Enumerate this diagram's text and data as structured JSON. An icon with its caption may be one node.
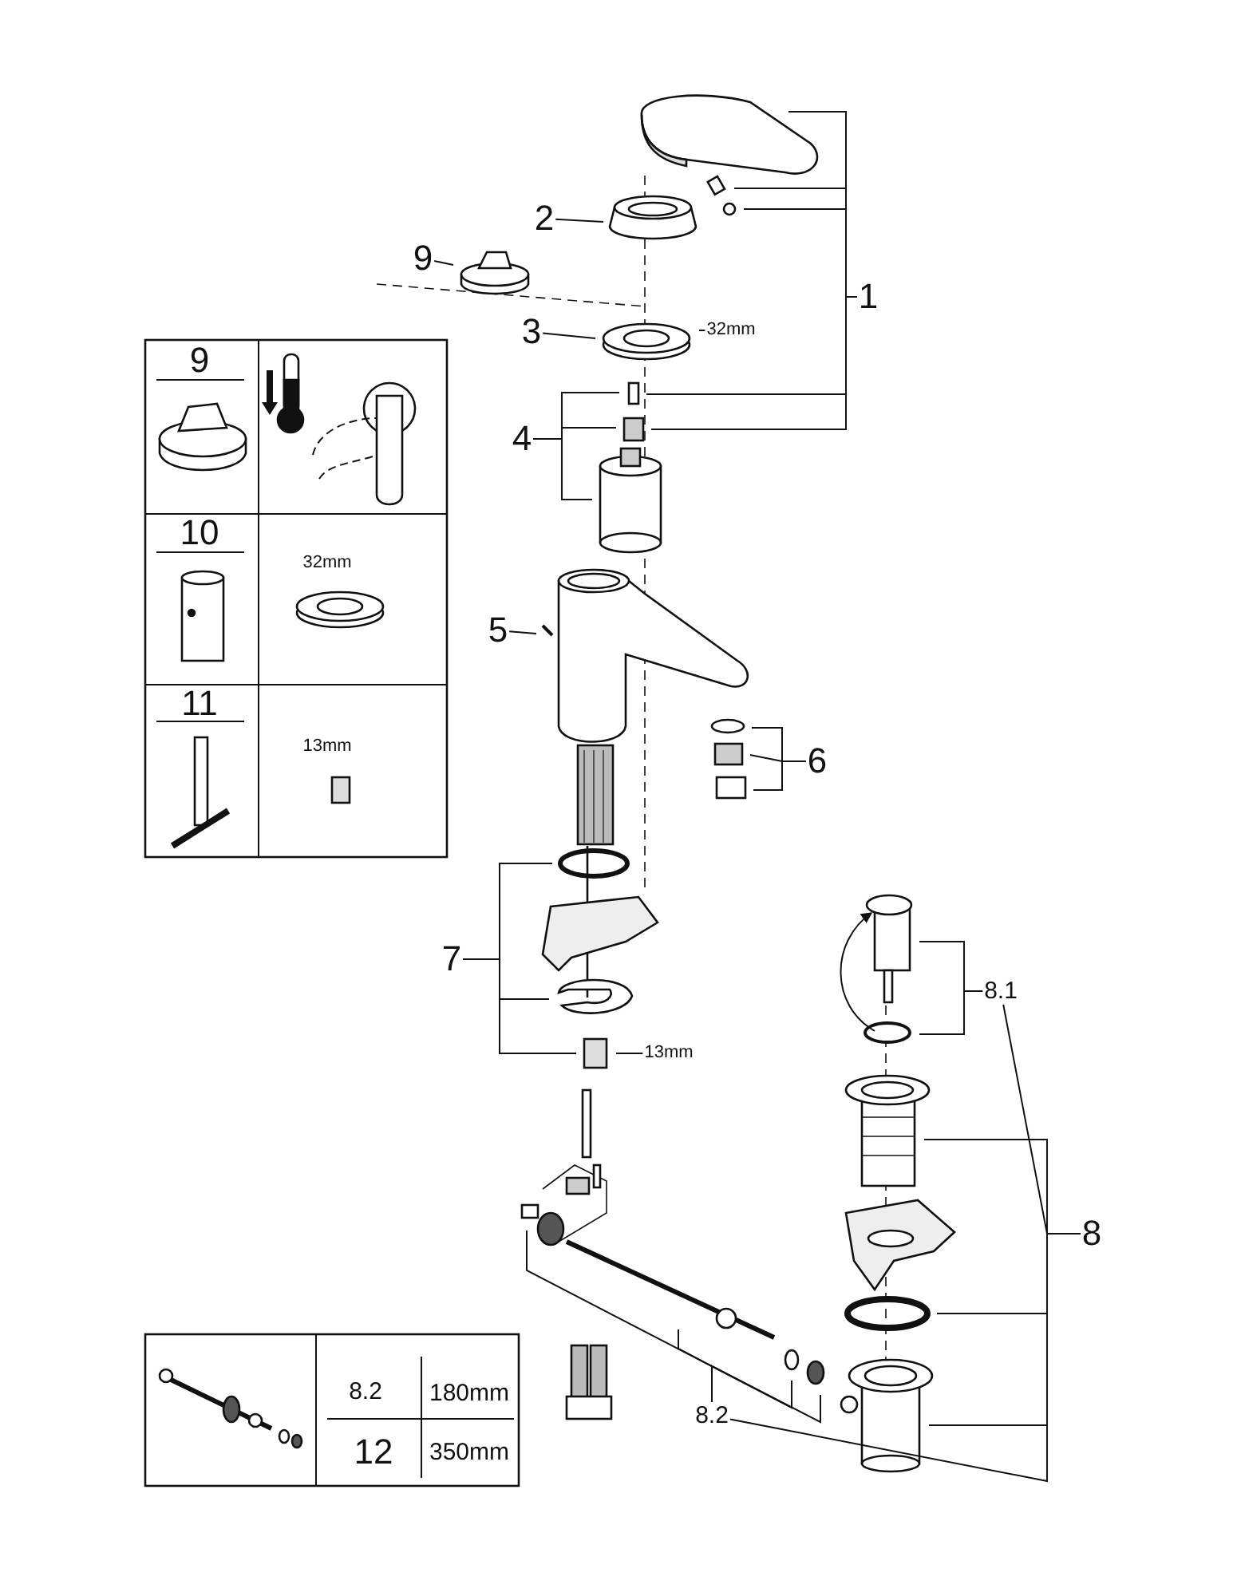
{
  "diagram": {
    "nodes": [
      {
        "text": [
          "2"
        ]
      },
      {
        "text": [
          "9"
        ]
      },
      {
        "text": [
          "1"
        ]
      },
      {
        "text": [
          "3"
        ]
      },
      {
        "text": [
          "32mm"
        ]
      },
      {
        "text": [
          "4"
        ]
      },
      {
        "text": [
          "5"
        ]
      },
      {
        "text": [
          "6"
        ]
      },
      {
        "text": [
          "7"
        ]
      },
      {
        "text": [
          "8.1"
        ]
      },
      {
        "text": [
          "13mm"
        ]
      },
      {
        "text": [
          "8"
        ]
      },
      {
        "text": [
          "8.2"
        ]
      }
    ],
    "edges": [
      {
        "from": 0,
        "to": null,
        "arrow": "none"
      },
      {
        "from": 1,
        "to": null,
        "arrow": "none"
      },
      {
        "from": 2,
        "to": null,
        "arrow": "none"
      },
      {
        "from": 2,
        "to": null,
        "arrow": "none"
      },
      {
        "from": 2,
        "to": null,
        "arrow": "none"
      },
      {
        "from": 2,
        "to": null,
        "arrow": "none"
      },
      {
        "from": 2,
        "to": null,
        "arrow": "none"
      },
      {
        "from": 3,
        "to": null,
        "arrow": "none"
      },
      {
        "from": 4,
        "to": null,
        "arrow": "none"
      },
      {
        "from": 5,
        "to": null,
        "arrow": "none"
      },
      {
        "from": 5,
        "to": null,
        "arrow": "none"
      },
      {
        "from": 5,
        "to": null,
        "arrow": "none"
      },
      {
        "from": 6,
        "to": null,
        "arrow": "none"
      },
      {
        "from": 7,
        "to": null,
        "arrow": "none"
      },
      {
        "from": 7,
        "to": null,
        "arrow": "none"
      },
      {
        "from": 7,
        "to": null,
        "arrow": "none"
      },
      {
        "from": 8,
        "to": null,
        "arrow": "none"
      },
      {
        "from": 8,
        "to": null,
        "arrow": "none"
      },
      {
        "from": 8,
        "to": null,
        "arrow": "none"
      },
      {
        "from": 9,
        "to": null,
        "arrow": "none"
      },
      {
        "from": 9,
        "to": null,
        "arrow": "none"
      },
      {
        "from": 10,
        "to": null,
        "arrow": "none"
      },
      {
        "from": 11,
        "to": 9,
        "arrow": "none"
      },
      {
        "from": 11,
        "to": null,
        "arrow": "none"
      },
      {
        "from": 11,
        "to": null,
        "arrow": "none"
      },
      {
        "from": 11,
        "to": null,
        "arrow": "none"
      },
      {
        "from": 11,
        "to": 12,
        "arrow": "none"
      },
      {
        "from": 12,
        "to": null,
        "arrow": "none"
      },
      {
        "from": 12,
        "to": null,
        "arrow": "none"
      },
      {
        "from": 12,
        "to": null,
        "arrow": "none"
      },
      {
        "from": 12,
        "to": null,
        "arrow": "none"
      }
    ],
    "labels": [
      "9",
      "10",
      "11",
      "32mm",
      "13mm",
      "8.2",
      "180mm",
      "12",
      "350mm"
    ]
  }
}
